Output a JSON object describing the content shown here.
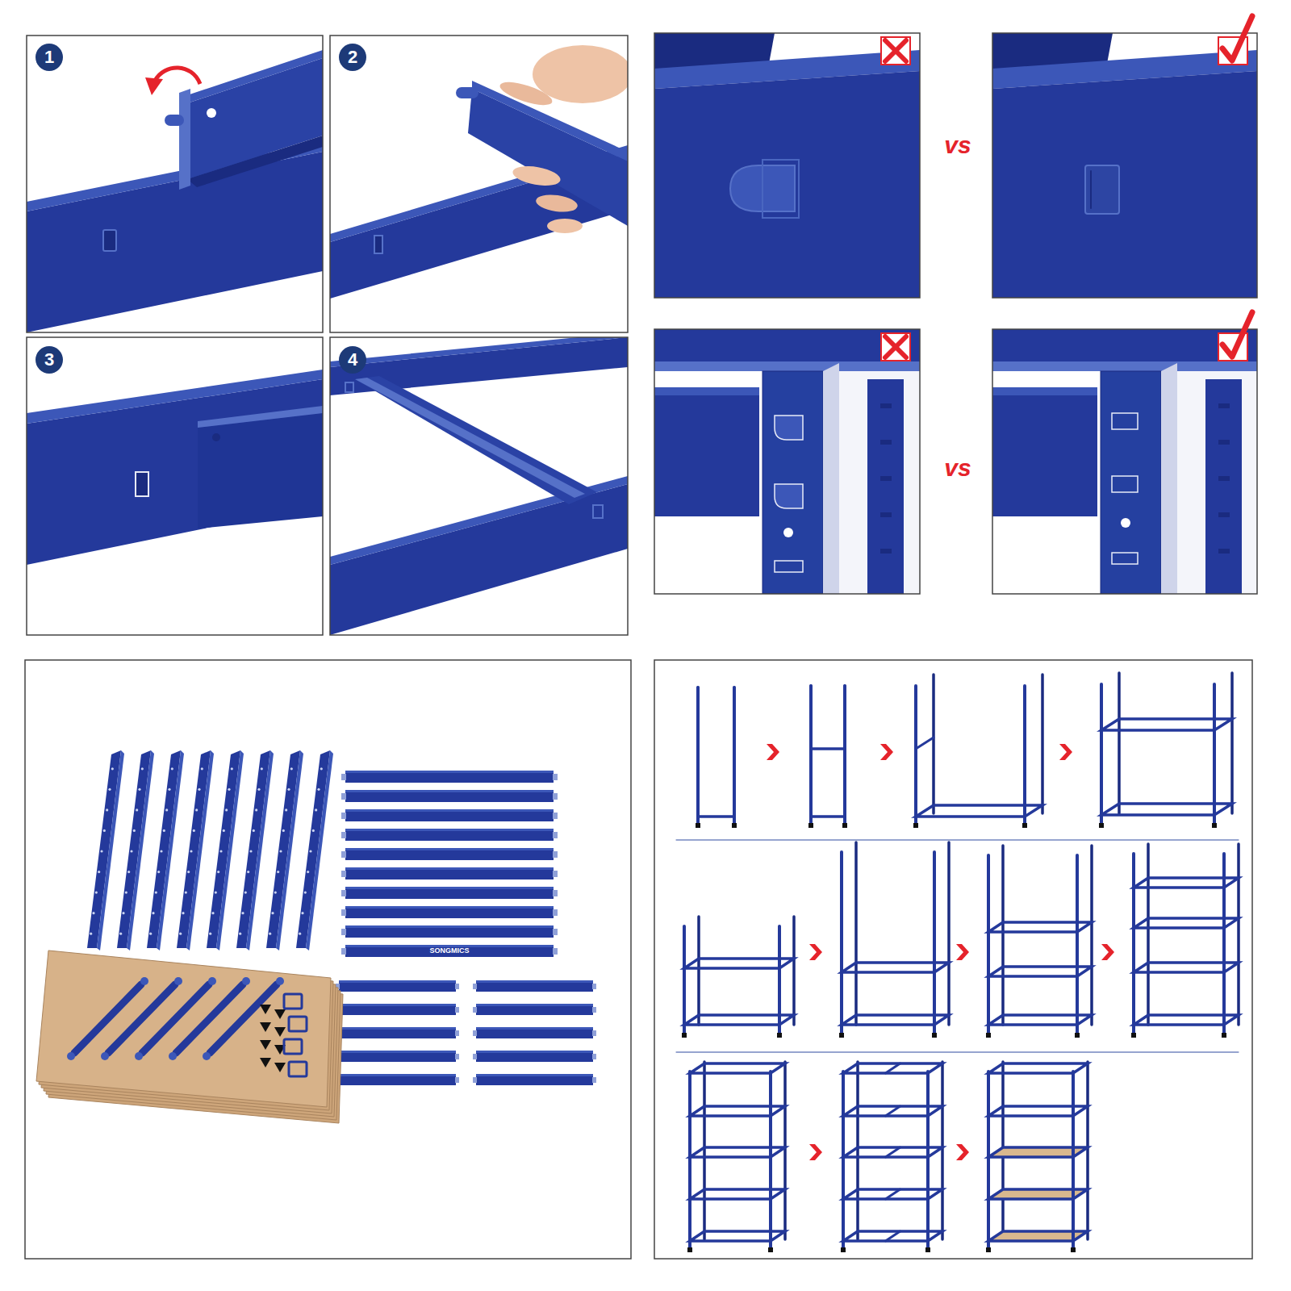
{
  "diagram": {
    "nodes": [
      {
        "text": [
          "1"
        ]
      },
      {
        "text": [
          "2"
        ]
      },
      {
        "text": [
          "3"
        ]
      },
      {
        "text": [
          "4"
        ]
      }
    ],
    "labels": [
      "vs",
      "vs",
      "SONGMICS"
    ]
  }
}
